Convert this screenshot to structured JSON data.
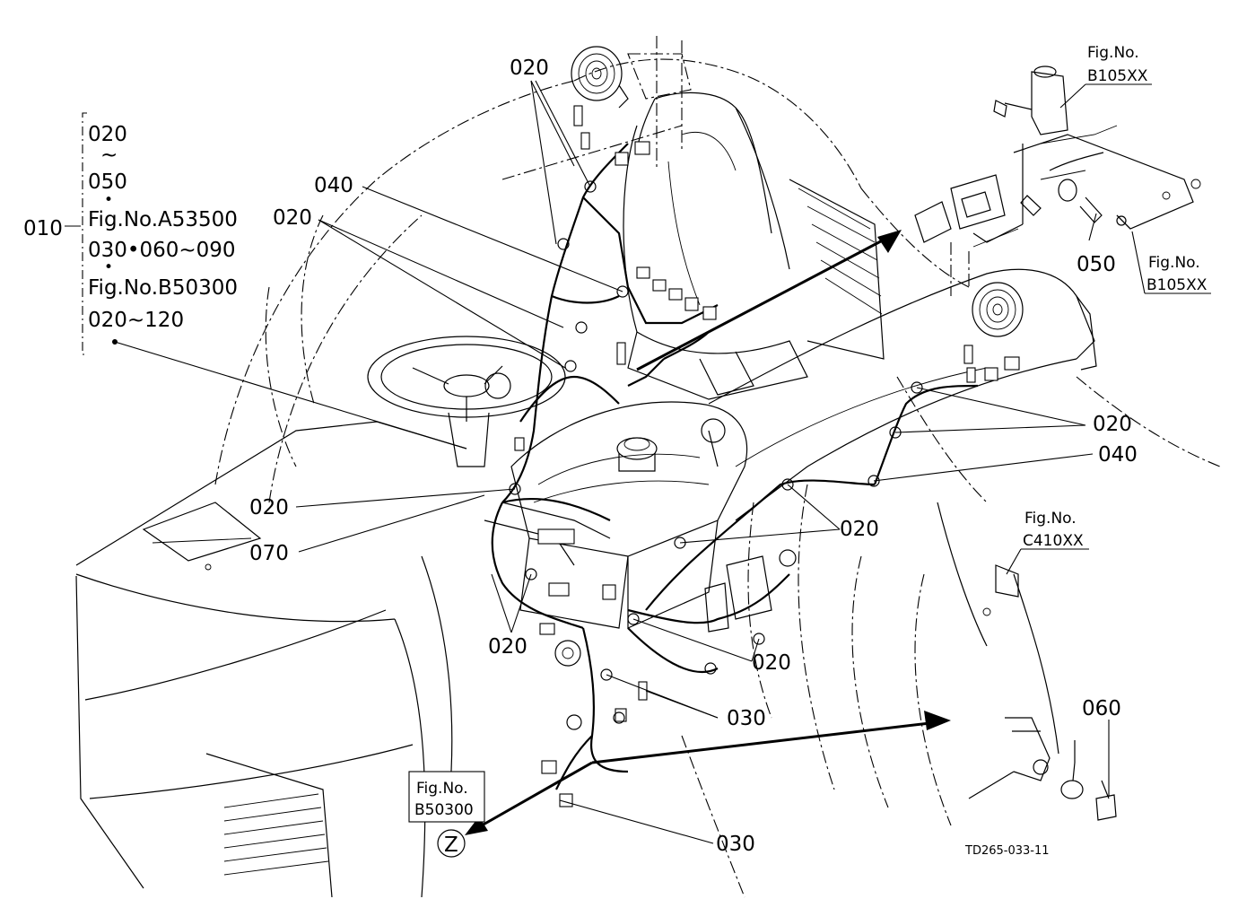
{
  "legend": {
    "main_ref": "010",
    "lines": [
      "020",
      "~",
      "050",
      "•",
      "Fig.No.A53500",
      "030•060~090",
      "•",
      "Fig.No.B50300",
      "020~120"
    ]
  },
  "callouts": {
    "c_020_top": "020",
    "c_040_upper": "040",
    "c_020_upper_left": "020",
    "c_050": "050",
    "c_020_right": "020",
    "c_040_right": "040",
    "c_020_mid_left": "020",
    "c_070": "070",
    "c_020_mid_right": "020",
    "c_020_lower_left": "020",
    "c_020_lower_right": "020",
    "c_030_mid": "030",
    "c_060": "060",
    "c_030_bottom": "030"
  },
  "figure_refs": {
    "top_right": {
      "prefix": "Fig.No.",
      "code": "B105XX"
    },
    "right_mid": {
      "prefix": "Fig.No.",
      "code": "B105XX"
    },
    "right_lower": {
      "prefix": "Fig.No.",
      "code": "C410XX"
    },
    "bottom_left": {
      "prefix": "Fig.No.",
      "code": "B50300"
    }
  },
  "view_marker": "Z",
  "drawing_id": "TD265-033-11"
}
